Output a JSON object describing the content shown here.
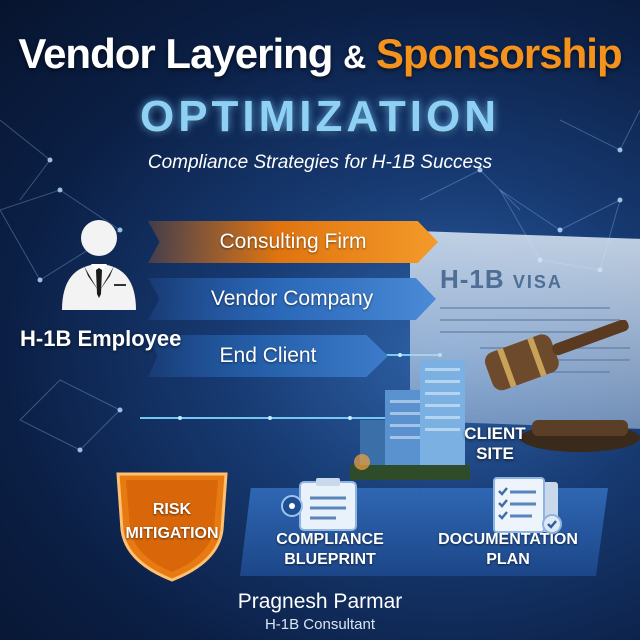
{
  "title": {
    "part1": "Vendor Layering",
    "amp": "&",
    "part2": "Sponsorship",
    "line2": "OPTIMIZATION"
  },
  "subtitle": "Compliance Strategies for H-1B Success",
  "chain": {
    "steps": [
      "Consulting Firm",
      "Vendor Company",
      "End Client"
    ]
  },
  "employee_label": "H-1B Employee",
  "visa": {
    "title": "H-1B",
    "word": "VISA"
  },
  "client_site": {
    "line1": "CLIENT",
    "line2": "SITE"
  },
  "cards": {
    "risk": {
      "line1": "RISK",
      "line2": "MITIGATION"
    },
    "compliance": {
      "line1": "COMPLIANCE",
      "line2": "BLUEPRINT"
    },
    "documentation": {
      "line1": "DOCUMENTATION",
      "line2": "PLAN"
    }
  },
  "author": {
    "name": "Pragnesh Parmar",
    "role": "H-1B Consultant"
  },
  "colors": {
    "accent_orange": "#f5921e",
    "accent_blue": "#8fd0f5",
    "background": "#0b1f45"
  },
  "icons": [
    "person-icon",
    "buildings-icon",
    "gavel-icon",
    "shield-icon",
    "clipboard-icon",
    "documents-icon"
  ]
}
